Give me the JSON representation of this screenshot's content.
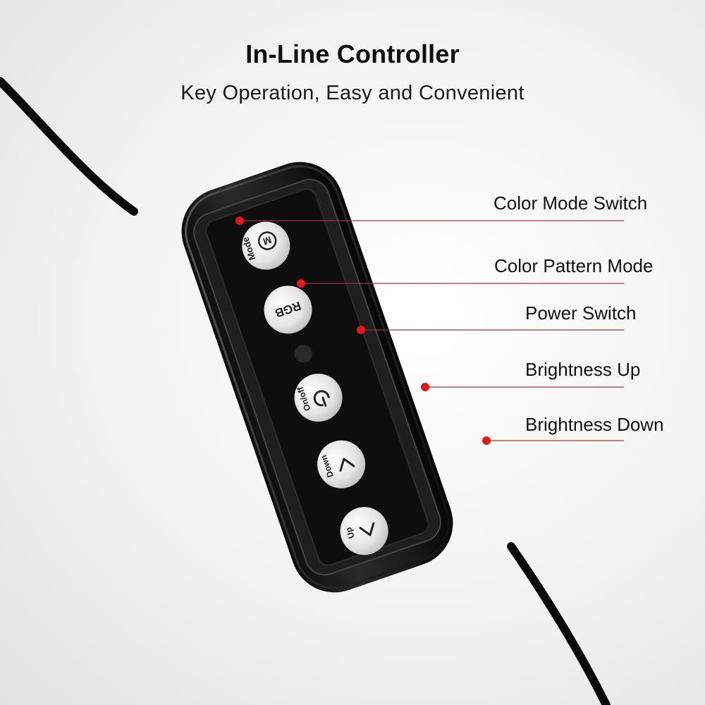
{
  "header": {
    "title": "In-Line Controller",
    "subtitle": "Key Operation, Easy and Convenient"
  },
  "callouts": [
    "Color Mode Switch",
    "Color Pattern Mode",
    "Power Switch",
    "Brightness Up",
    "Brightness Down"
  ],
  "buttons": {
    "mode": {
      "letter": "M",
      "label": "Mode"
    },
    "rgb": {
      "label": "RGB"
    },
    "power": {
      "label": "On/off"
    },
    "down": {
      "label": "Down"
    },
    "up": {
      "label": "Up"
    }
  },
  "colors": {
    "callout_dot": "#e01818",
    "callout_line": "#9a3a3a",
    "controller_body": "#1c1c1c",
    "button_face": "#e6e6e6"
  },
  "icons": [
    "chevron-down-icon",
    "power-icon",
    "chevron-up-icon"
  ]
}
